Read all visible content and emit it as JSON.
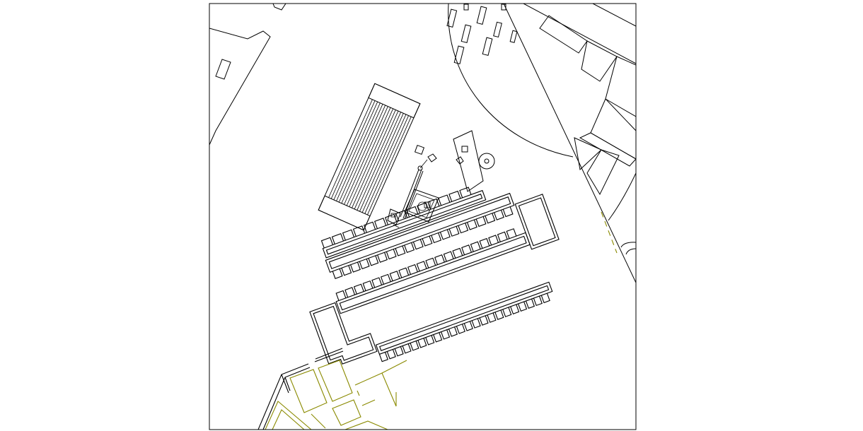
{
  "drawing": {
    "background_color": "#ffffff",
    "ink_color": "#000000",
    "accent_color": "#8a8a00",
    "barrack_row_cells": [
      14,
      20,
      20,
      22
    ]
  }
}
